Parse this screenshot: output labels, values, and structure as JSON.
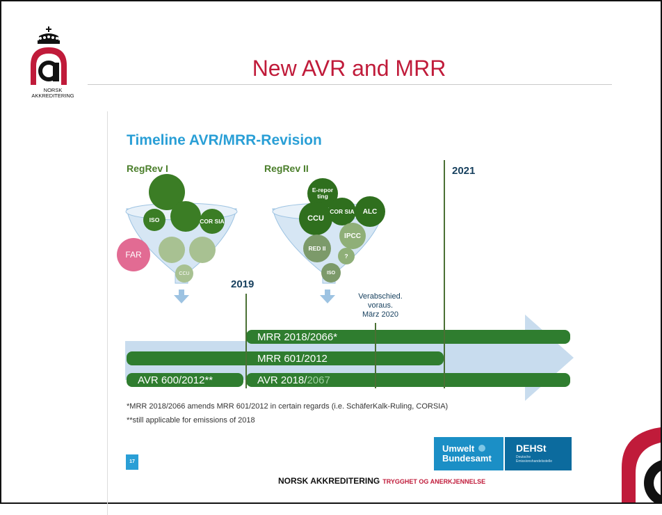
{
  "logo": {
    "org_lines": [
      "NORSK",
      "AKKREDITERING"
    ]
  },
  "page_title": "New AVR and MRR",
  "slide": {
    "title": "Timeline AVR/MRR-Revision",
    "regrev1": "RegRev I",
    "regrev2": "RegRev II",
    "year_2021": "2021",
    "year_2019": "2019",
    "verabschied": [
      "Verabschied.",
      "voraus.",
      "März 2020"
    ],
    "bubbles1": {
      "iso": "ISO",
      "corsia": "COR SIA",
      "far": "FAR",
      "ccu": "CCU"
    },
    "bubbles2": {
      "ereporting": "E-repor ting",
      "ccu": "CCU",
      "corsia": "COR SIA",
      "alc": "ALC",
      "ipcc": "IPCC",
      "red": "RED II",
      "q": "?",
      "iso": "ISO"
    },
    "bars": {
      "mrr2018": "MRR 2018/2066*",
      "mrr601": "MRR 601/2012",
      "avr600": "AVR 600/2012**",
      "avr2018_a": "AVR 2018/",
      "avr2018_b": "2067"
    },
    "footnote1": "*MRR 2018/2066 amends MRR 601/2012 in certain regards (i.e. SchäferKalk-Ruling, CORSIA)",
    "footnote2": "**still applicable for emissions of 2018",
    "page_number": "17",
    "uba": {
      "line1": "Umwelt",
      "line2": "Bundesamt"
    },
    "dehst": {
      "name": "DEHSt",
      "sub1": "Deutsche",
      "sub2": "Emissionshandelsstelle"
    }
  },
  "footer": {
    "main": "NORSK AKKREDITERING",
    "tagline": "TRYGGHET OG ANERKJENNELSE"
  },
  "colors": {
    "brand_red": "#c01b3a",
    "accent_blue": "#2a9fd6",
    "green_dark": "#2f7d2f",
    "green_mid": "#4d8a2f",
    "green_light": "#8faf78",
    "arrow_blue": "#c8dcee",
    "far_pink": "#e26b93"
  }
}
